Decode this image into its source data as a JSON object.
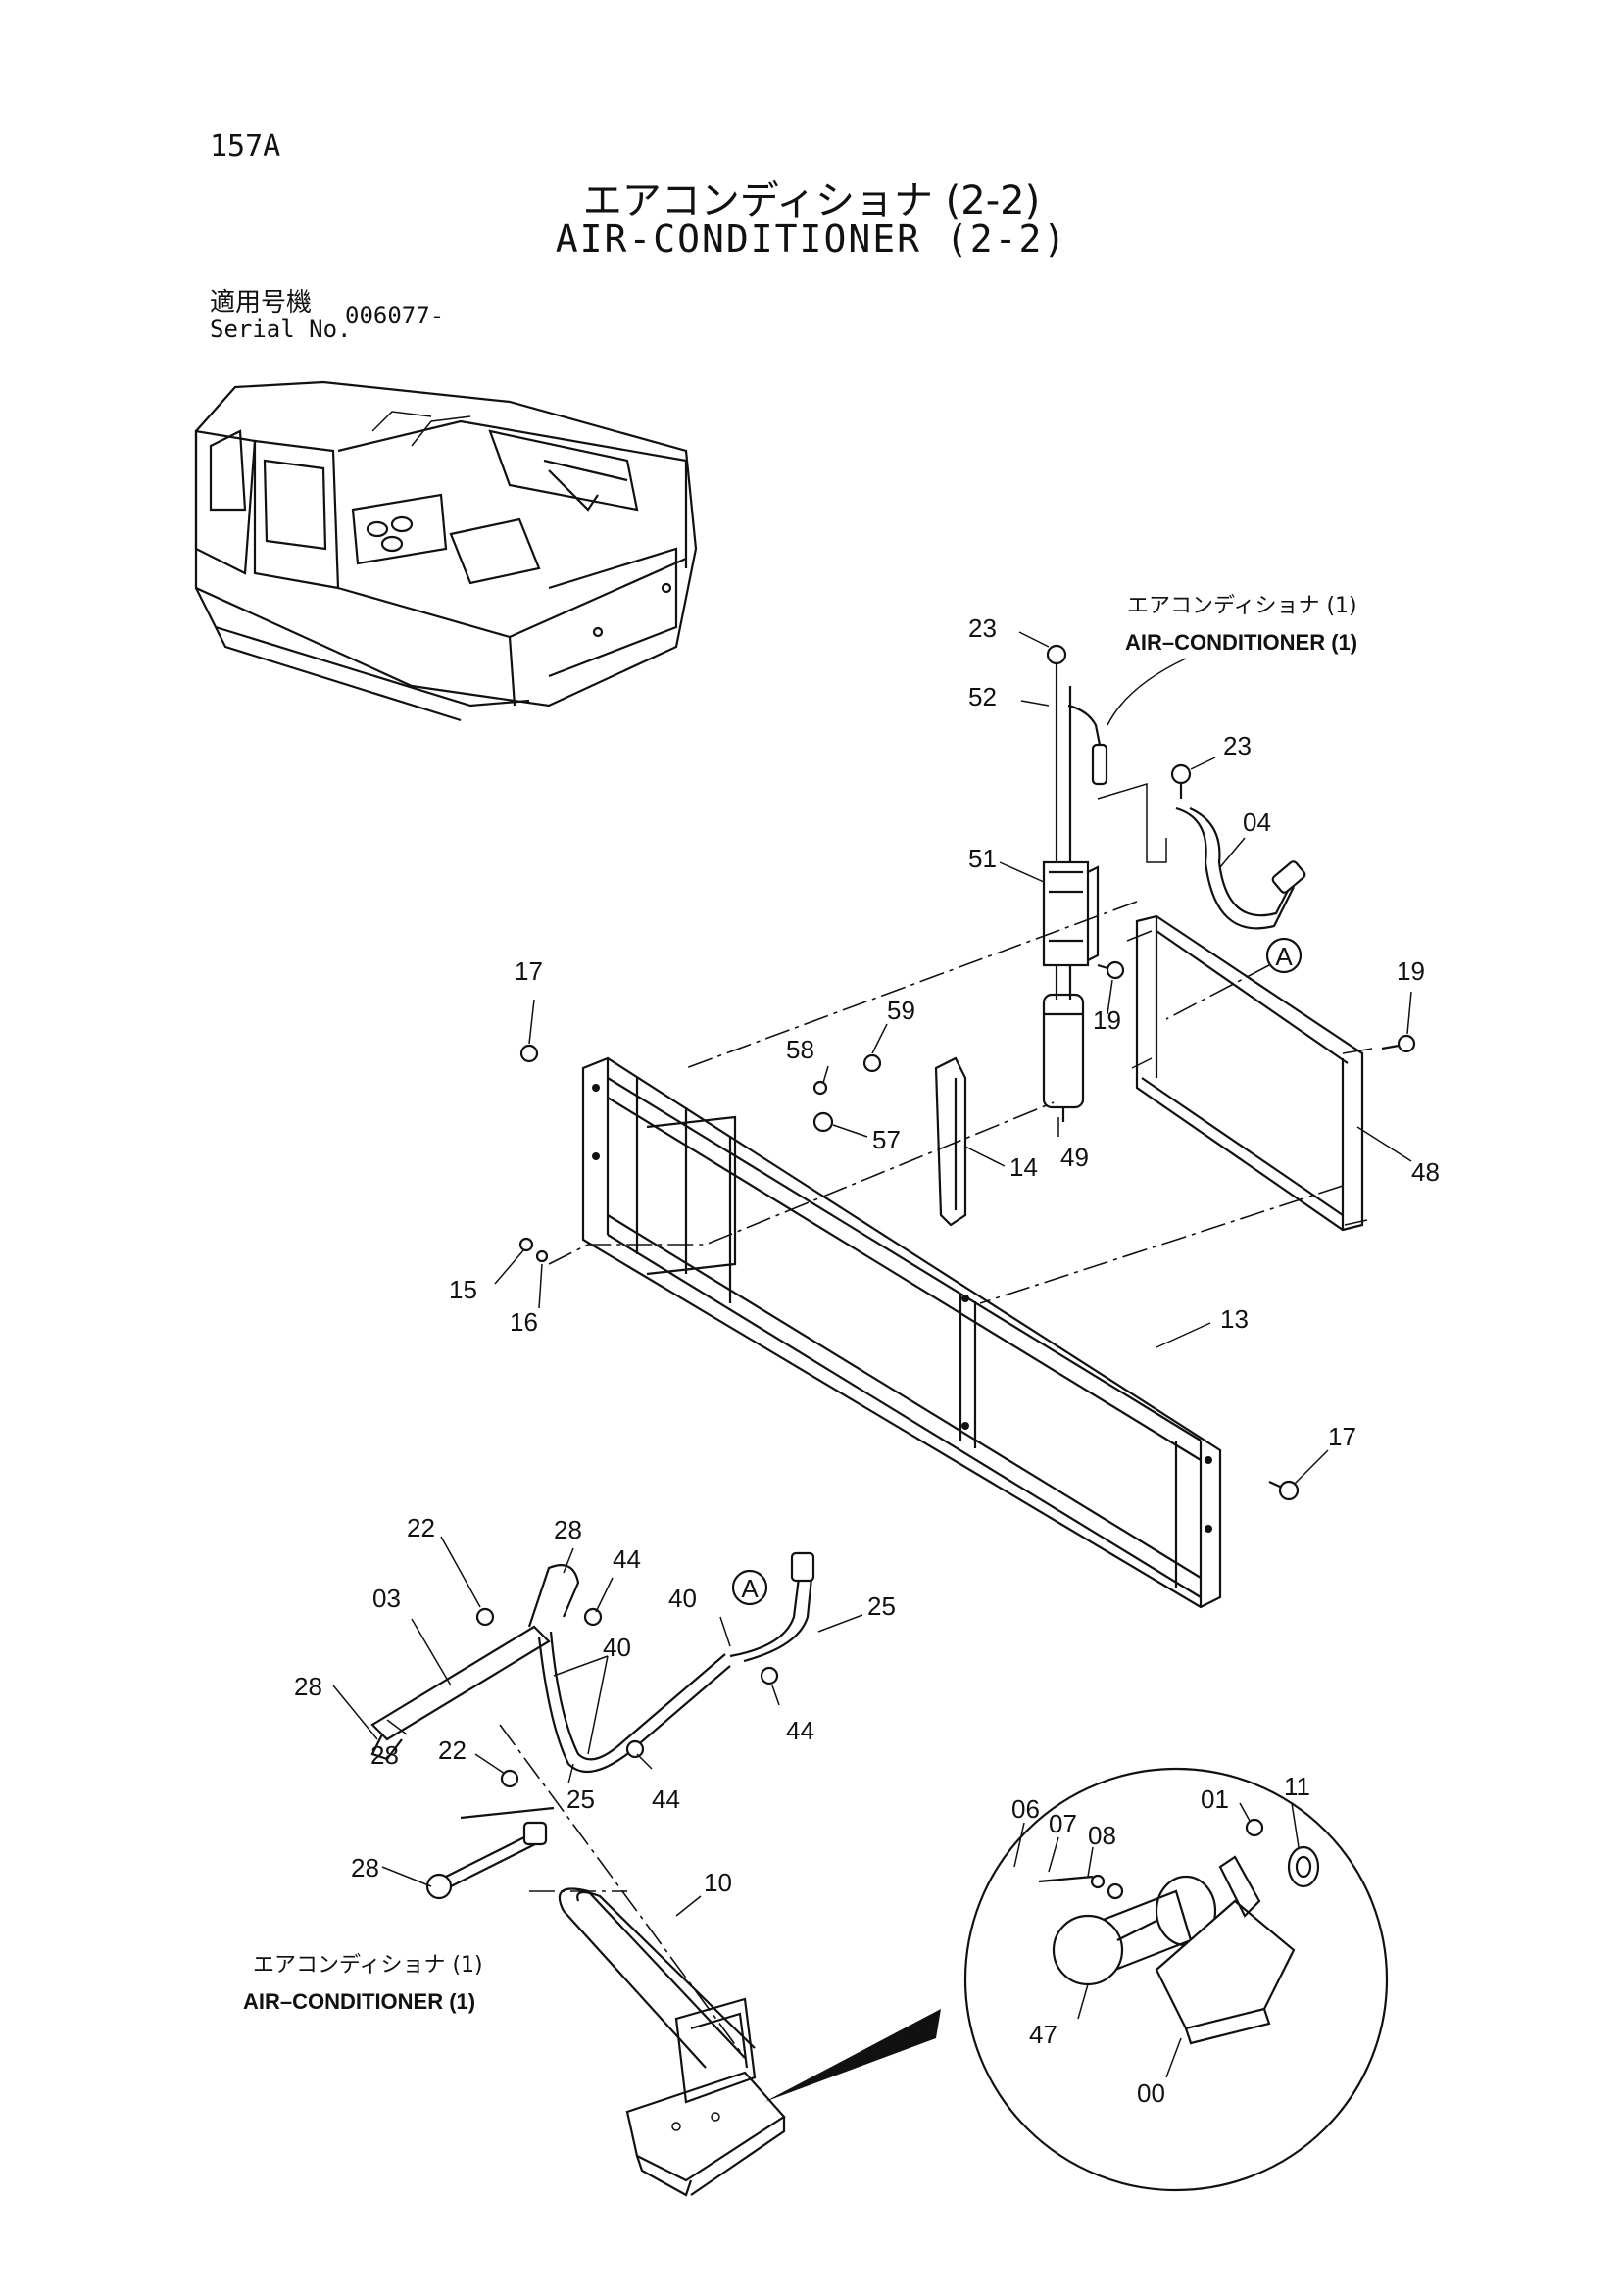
{
  "header": {
    "page_number": "157A",
    "title_jp": "エアコンディショナ (2-2)",
    "title_en": "AIR-CONDITIONER (2-2)",
    "serial_label_jp": "適用号機",
    "serial_label_en": "Serial No.",
    "serial_value": "006077-"
  },
  "callouts": {
    "upper_jp": "エアコンディショナ (1)",
    "upper_en": "AIR–CONDITIONER (1)",
    "lower_jp": "エアコンディショナ (1)",
    "lower_en": "AIR–CONDITIONER (1)"
  },
  "references": {
    "marker_a": "A"
  },
  "part_labels": {
    "p23a": "23",
    "p52": "52",
    "p23b": "23",
    "p04": "04",
    "p51": "51",
    "p17a": "17",
    "p19a": "19",
    "p19b": "19",
    "p59": "59",
    "p58": "58",
    "p57": "57",
    "p49": "49",
    "p14": "14",
    "p48": "48",
    "p15": "15",
    "p16": "16",
    "p13": "13",
    "p17b": "17",
    "p22a": "22",
    "p28a": "28",
    "p44a": "44",
    "p03": "03",
    "p40a": "40",
    "p40b": "40",
    "p25a": "25",
    "p28b": "28",
    "p28c": "28",
    "p44b": "44",
    "p22b": "22",
    "p25b": "25",
    "p44c": "44",
    "p28d": "28",
    "p10": "10",
    "p06": "06",
    "p07": "07",
    "p08": "08",
    "p01": "01",
    "p11": "11",
    "p47": "47",
    "p00": "00"
  }
}
